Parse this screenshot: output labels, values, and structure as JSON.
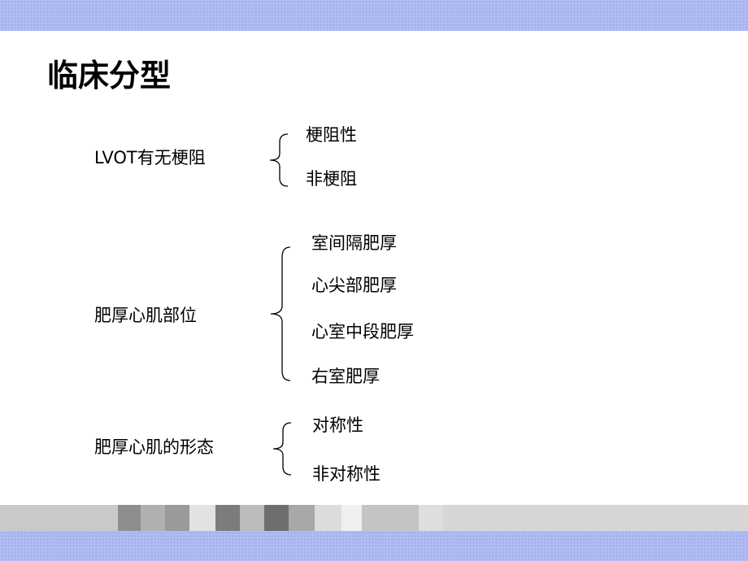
{
  "title": "临床分型",
  "groups": [
    {
      "label": "LVOT有无梗阻",
      "items": [
        "梗阻性",
        "非梗阻"
      ]
    },
    {
      "label": "肥厚心肌部位",
      "items": [
        "室间隔肥厚",
        "心尖部肥厚",
        "心室中段肥厚",
        "右室肥厚"
      ]
    },
    {
      "label": "肥厚心肌的形态",
      "items": [
        "对称性",
        "非对称性"
      ]
    }
  ],
  "colors": {
    "band": "#a7b4ef",
    "footer_strip": "#d4d4d4"
  }
}
